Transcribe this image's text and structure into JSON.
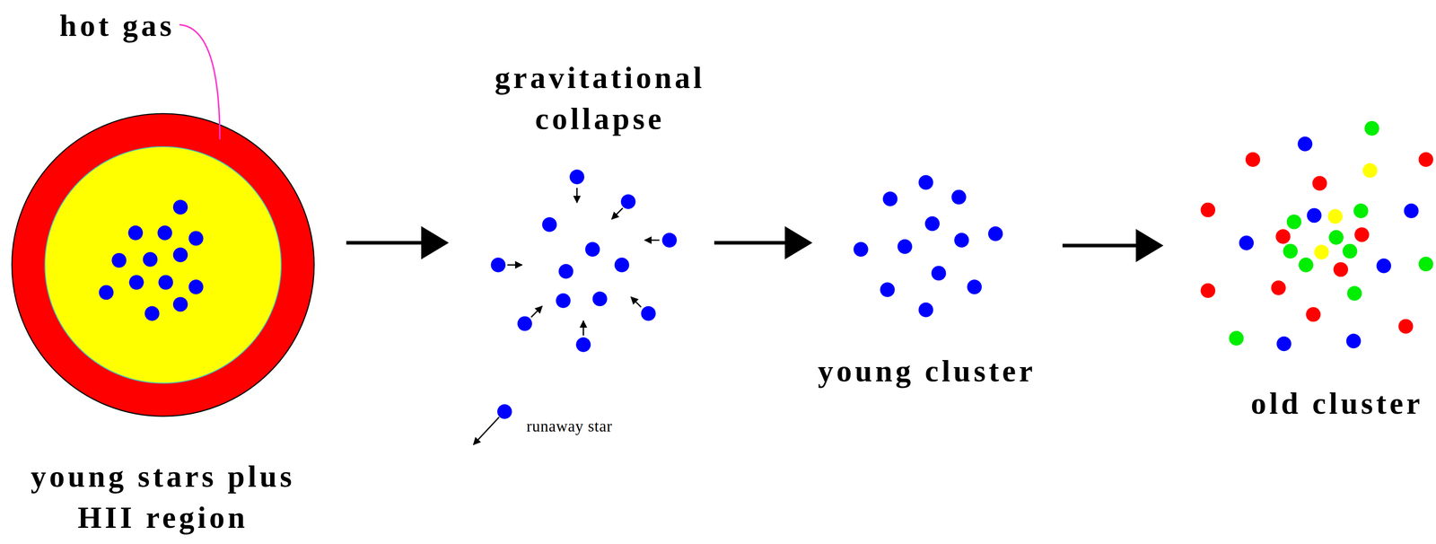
{
  "diagram": {
    "nodes": [
      {
        "text": [
          "young stars plus HII region"
        ]
      },
      {
        "text": [
          "gravitational collapse"
        ]
      },
      {
        "text": [
          "young cluster"
        ]
      },
      {
        "text": [
          "old cluster"
        ]
      }
    ],
    "edges": [
      {
        "from": 0,
        "to": 1,
        "arrow": "to"
      },
      {
        "from": 1,
        "to": 2,
        "arrow": "to"
      },
      {
        "from": 2,
        "to": 3,
        "arrow": "to"
      }
    ],
    "labels": [
      "hot gas",
      "runaway star"
    ]
  }
}
